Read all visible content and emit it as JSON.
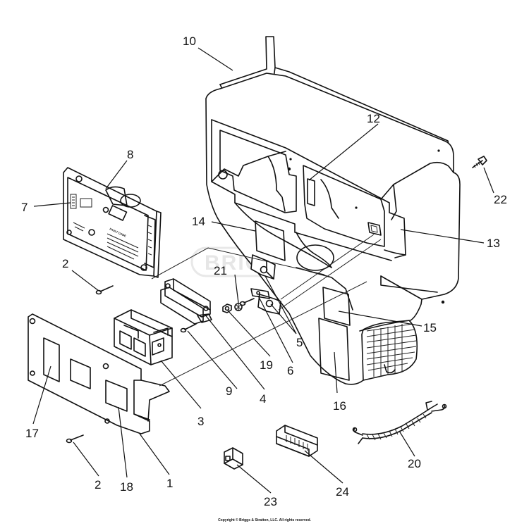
{
  "diagram": {
    "watermark": "BRIGGS&STRATTON",
    "copyright": "Copyright © Briggs & Stratton, LLC. All rights reserved.",
    "panel_text": {
      "fault_code": "FAULT CODE"
    },
    "callouts": [
      {
        "id": "c10",
        "label": "10"
      },
      {
        "id": "c12",
        "label": "12"
      },
      {
        "id": "c8",
        "label": "8"
      },
      {
        "id": "c7",
        "label": "7"
      },
      {
        "id": "c14",
        "label": "14"
      },
      {
        "id": "c13",
        "label": "13"
      },
      {
        "id": "c22",
        "label": "22"
      },
      {
        "id": "c2a",
        "label": "2"
      },
      {
        "id": "c21",
        "label": "21"
      },
      {
        "id": "c15",
        "label": "15"
      },
      {
        "id": "c5",
        "label": "5"
      },
      {
        "id": "c19",
        "label": "19"
      },
      {
        "id": "c6",
        "label": "6"
      },
      {
        "id": "c9",
        "label": "9"
      },
      {
        "id": "c4",
        "label": "4"
      },
      {
        "id": "c16",
        "label": "16"
      },
      {
        "id": "c3",
        "label": "3"
      },
      {
        "id": "c17",
        "label": "17"
      },
      {
        "id": "c20",
        "label": "20"
      },
      {
        "id": "c2b",
        "label": "2"
      },
      {
        "id": "c18",
        "label": "18"
      },
      {
        "id": "c1",
        "label": "1"
      },
      {
        "id": "c23",
        "label": "23"
      },
      {
        "id": "c24",
        "label": "24"
      }
    ]
  }
}
